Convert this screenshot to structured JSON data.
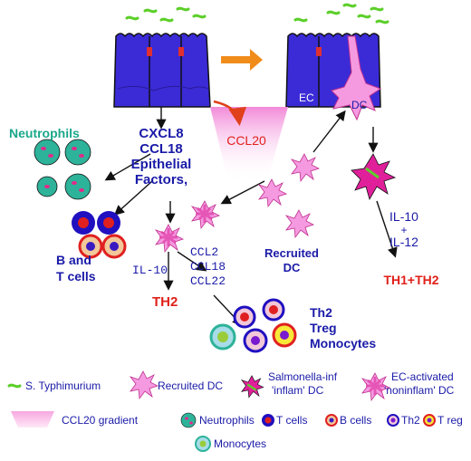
{
  "labels": {
    "cxcl8": "CXCL8",
    "ccl18": "CCL18",
    "epithelial": "Epithelial",
    "factors": "Factors,",
    "ccl20": "CCL20",
    "ec": "EC",
    "dc": "DC",
    "neutrophils": "Neutrophils",
    "b_and": "B and",
    "t_cells": "T cells",
    "il10_left": "IL-10",
    "ccl2": "CCL2",
    "ccl18_b": "CCL18",
    "ccl22": "CCL22",
    "th2": "TH2",
    "recruited": "Recruited",
    "dc2": "DC",
    "il10_right": "IL-10",
    "plus": "+",
    "il12": "IL-12",
    "th1th2": "TH1+TH2",
    "out_th2": "Th2",
    "out_treg": "Treg",
    "out_mono": "Monocytes"
  },
  "legend": {
    "typhimurium": "S. Typhimurium",
    "recruited_dc": "Recruited DC",
    "salmonella_inf": "Salmonella-inf",
    "inflam_dc": "'inflam' DC",
    "ec_activated": "EC-activated",
    "noninflam_dc": "'noninflam' DC",
    "gradient": "CCL20 gradient",
    "neutrophils": "Neutrophils",
    "t_cells": "T cells",
    "b_cells": "B cells",
    "th2": "Th2",
    "t_reg": "T reg",
    "monocytes": "Monocytes"
  },
  "colors": {
    "epithelium": "#3b2bd6",
    "cell_border": "#111111",
    "tight_junction": "#e03030",
    "bacteria": "#5ccf2a",
    "dc_pink": "#f27fd8",
    "dc_dark": "#e0209a",
    "gradient_pink": "#f7a8e0",
    "arrow_orange": "#f08c1a",
    "neutrophil": "#2db39a",
    "text_blue": "#1a1aa8",
    "text_red": "#e0201a",
    "text_green": "#1aa88a"
  }
}
